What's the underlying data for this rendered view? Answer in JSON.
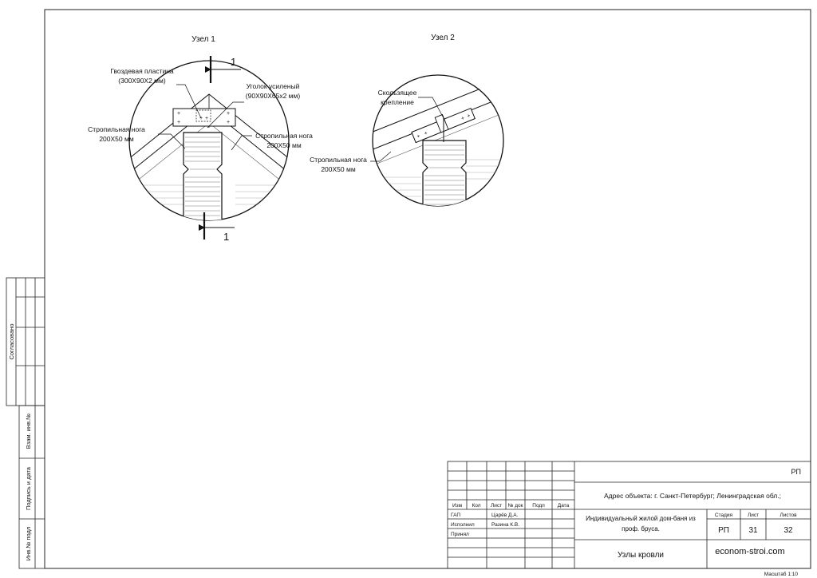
{
  "node1": {
    "title": "Узел 1",
    "plate_label_1": "Гвоздевая пластина",
    "plate_label_2": "(300X90X2 мм)",
    "corner_label_1": "Уголок усиленый",
    "corner_label_2": "(90X90X65x2 мм)",
    "rafter_left_1": "Стропильная нога",
    "rafter_left_2": "200X50 мм",
    "rafter_right_1": "Стропильная нога",
    "rafter_right_2": "200X50 мм",
    "section_mark": "1"
  },
  "node2": {
    "title": "Узел 2",
    "slide_label_1": "Скользящее",
    "slide_label_2": "крепление",
    "rafter_1": "Стропильная нога",
    "rafter_2": "200X50 мм"
  },
  "side_stamp": {
    "agreed": "Согласовано",
    "replaced_inv": "Взам. инв.№",
    "sign_date": "Подпись и дата",
    "inv_orig": "Инв.№ подл"
  },
  "title_block": {
    "code": "РП",
    "address": "Адрес объекта: г. Санкт-Петербург; Ленинградская обл.;",
    "cols": [
      "Изм",
      "Кол",
      "Лист",
      "№ док",
      "Подп",
      "Дата"
    ],
    "roles": [
      {
        "role": "ГАП",
        "name": "Царёв Д.А."
      },
      {
        "role": "Исполнил",
        "name": "Разина К.В."
      },
      {
        "role": "Принял",
        "name": ""
      }
    ],
    "project_line1": "Индивидуальный жилой дом-баня из",
    "project_line2": "проф. бруса.",
    "stage_h": "Стадия",
    "sheet_h": "Лист",
    "sheets_h": "Листов",
    "stage": "РП",
    "sheet": "31",
    "sheets": "32",
    "drawing_title": "Узлы кровли",
    "site": "econom-stroi.com",
    "scale": "Масштаб 1:10"
  }
}
